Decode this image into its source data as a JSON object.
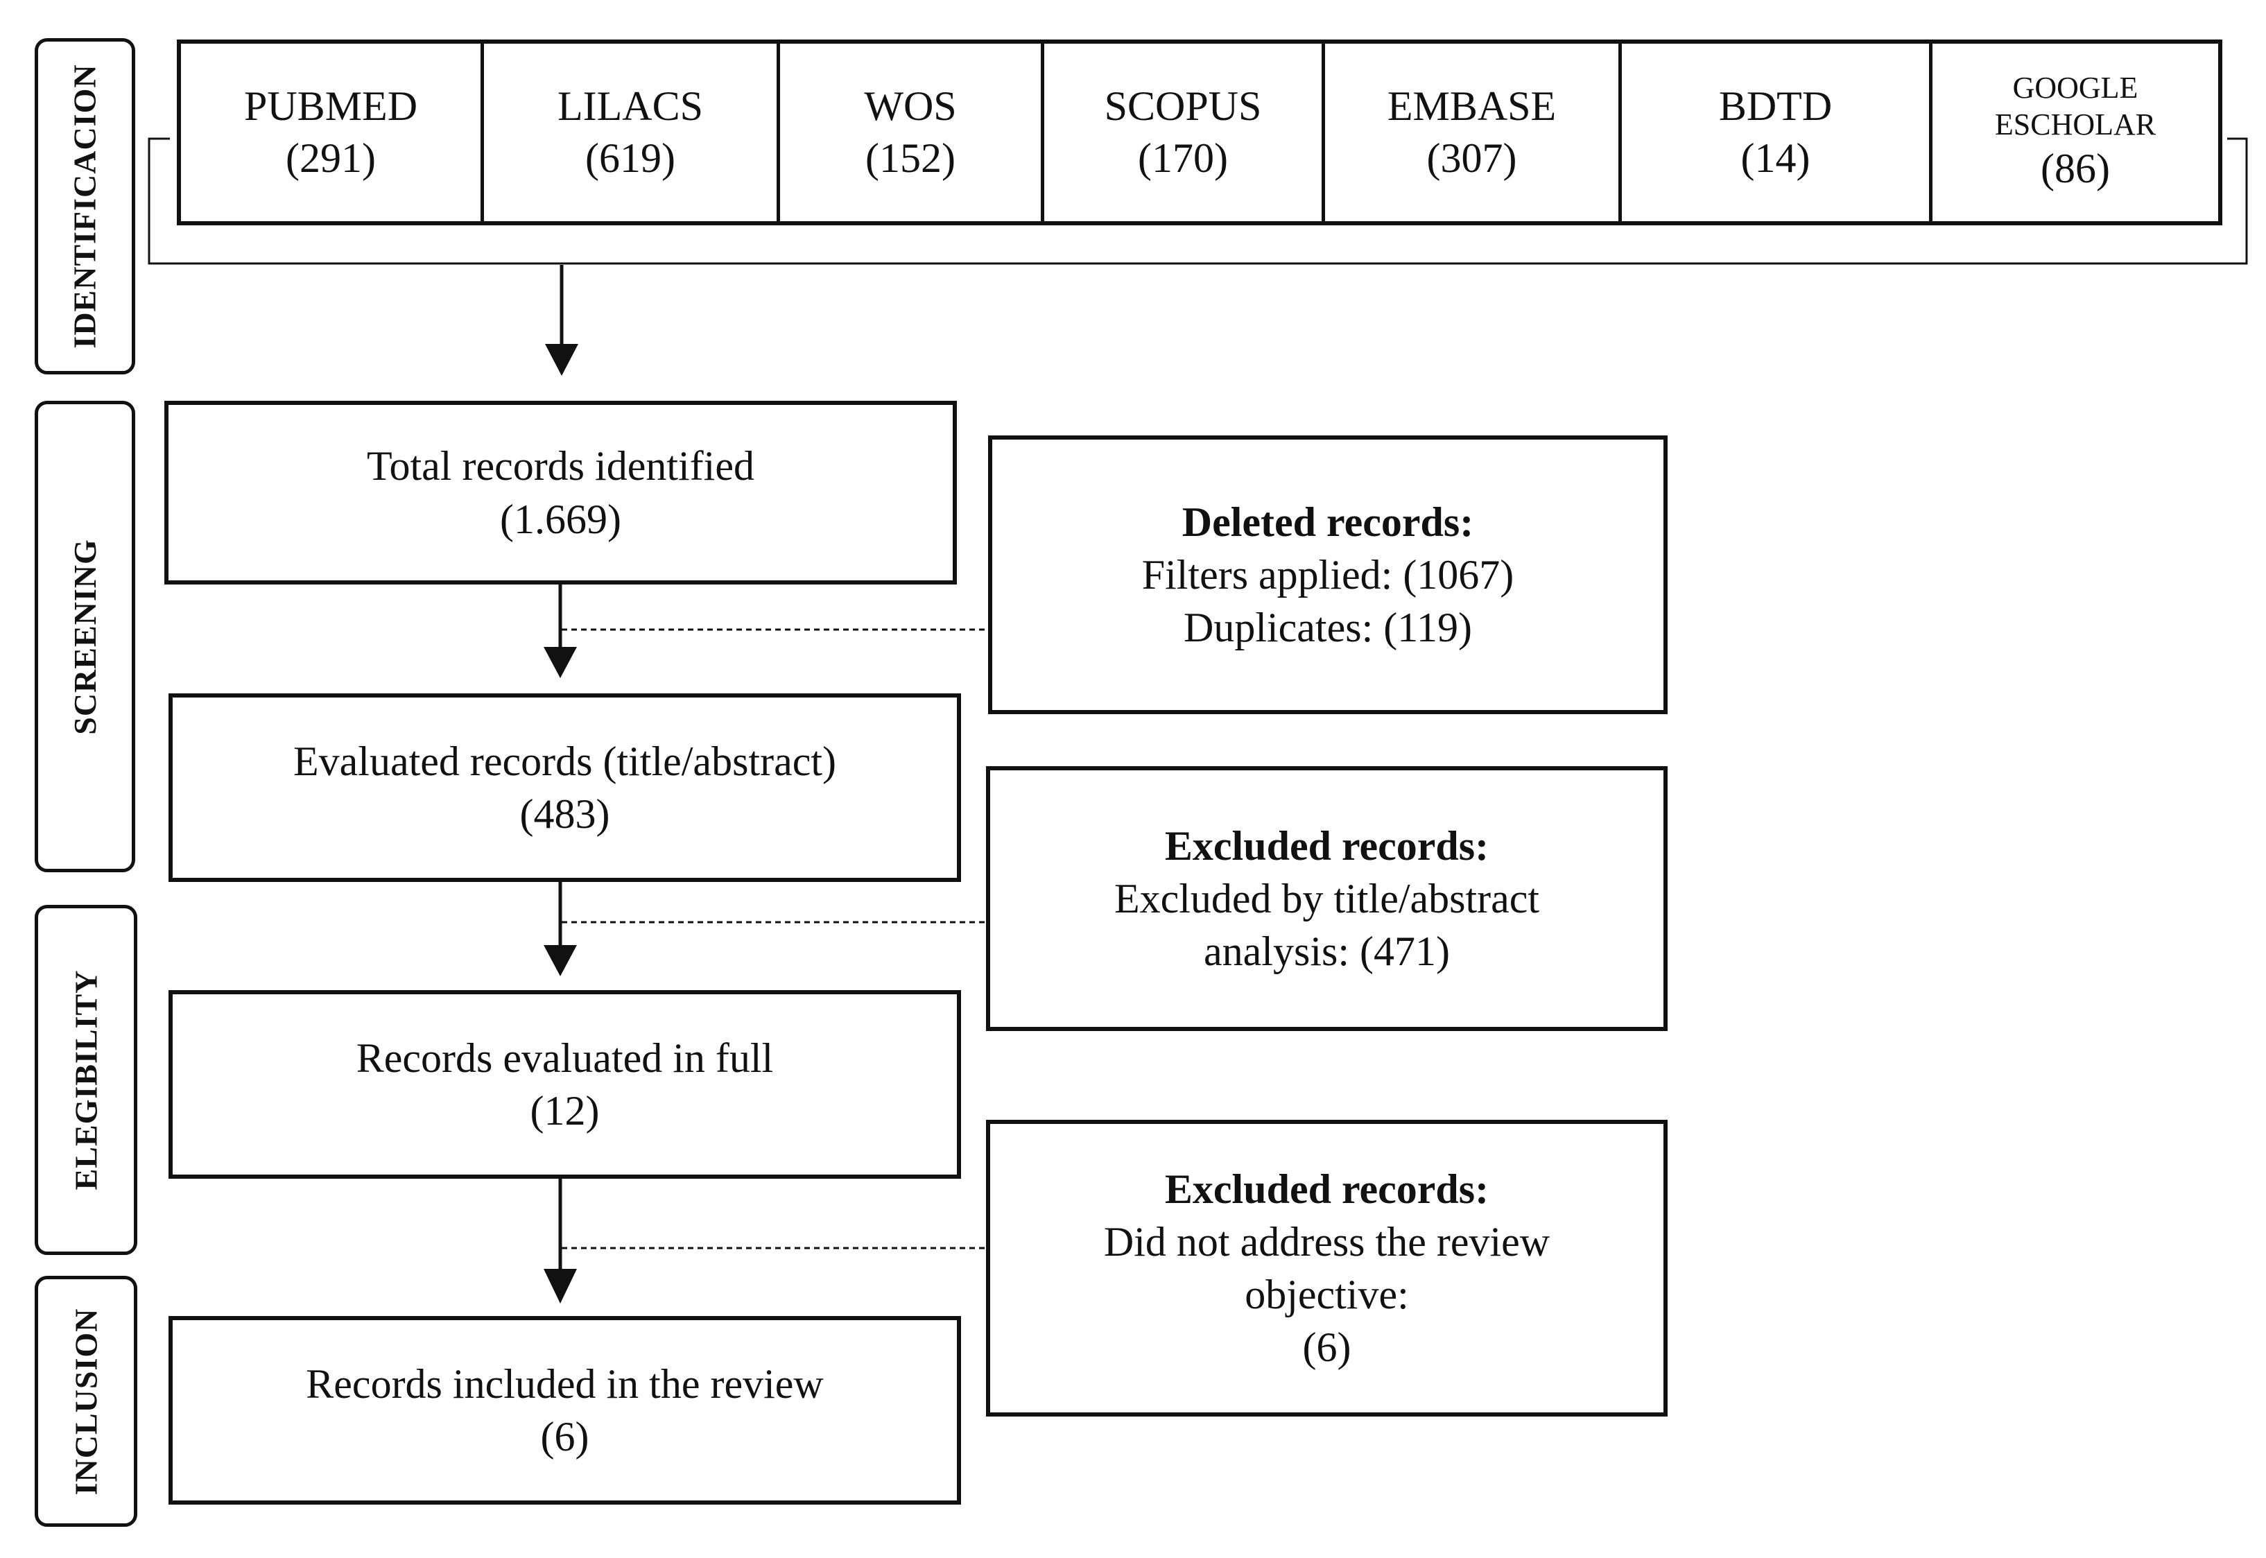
{
  "stages": [
    {
      "id": "identification",
      "label": "IDENTIFICACION"
    },
    {
      "id": "screening",
      "label": "SCREENING"
    },
    {
      "id": "eligibility",
      "label": "ELEGIBILITY"
    },
    {
      "id": "inclusion",
      "label": "INCLUSION"
    }
  ],
  "sources": [
    {
      "name": "PUBMED",
      "count": "(291)"
    },
    {
      "name": "LILACS",
      "count": "(619)"
    },
    {
      "name": "WOS",
      "count": "(152)"
    },
    {
      "name": "SCOPUS",
      "count": "(170)"
    },
    {
      "name": "EMBASE",
      "count": "(307)"
    },
    {
      "name": "BDTD",
      "count": "(14)"
    },
    {
      "name_line1": "GOOGLE",
      "name_line2": "ESCHOLAR",
      "count": "(86)"
    }
  ],
  "flow": {
    "total": {
      "label": "Total records identified",
      "count": "(1.669)"
    },
    "evaluated": {
      "label": "Evaluated records (title/abstract)",
      "count": "(483)"
    },
    "full": {
      "label": "Records evaluated in full",
      "count": "(12)"
    },
    "included": {
      "label": "Records included in the review",
      "count": "(6)"
    }
  },
  "exclusions": {
    "deleted": {
      "title": "Deleted records:",
      "line1": "Filters applied: (1067)",
      "line2": "Duplicates: (119)"
    },
    "excluded_abstract": {
      "title": "Excluded records:",
      "line1": "Excluded by title/abstract",
      "line2": "analysis: (471)"
    },
    "excluded_full": {
      "title": "Excluded records:",
      "line1": "Did not address the review",
      "line2": "objective:",
      "line3": "(6)"
    }
  }
}
